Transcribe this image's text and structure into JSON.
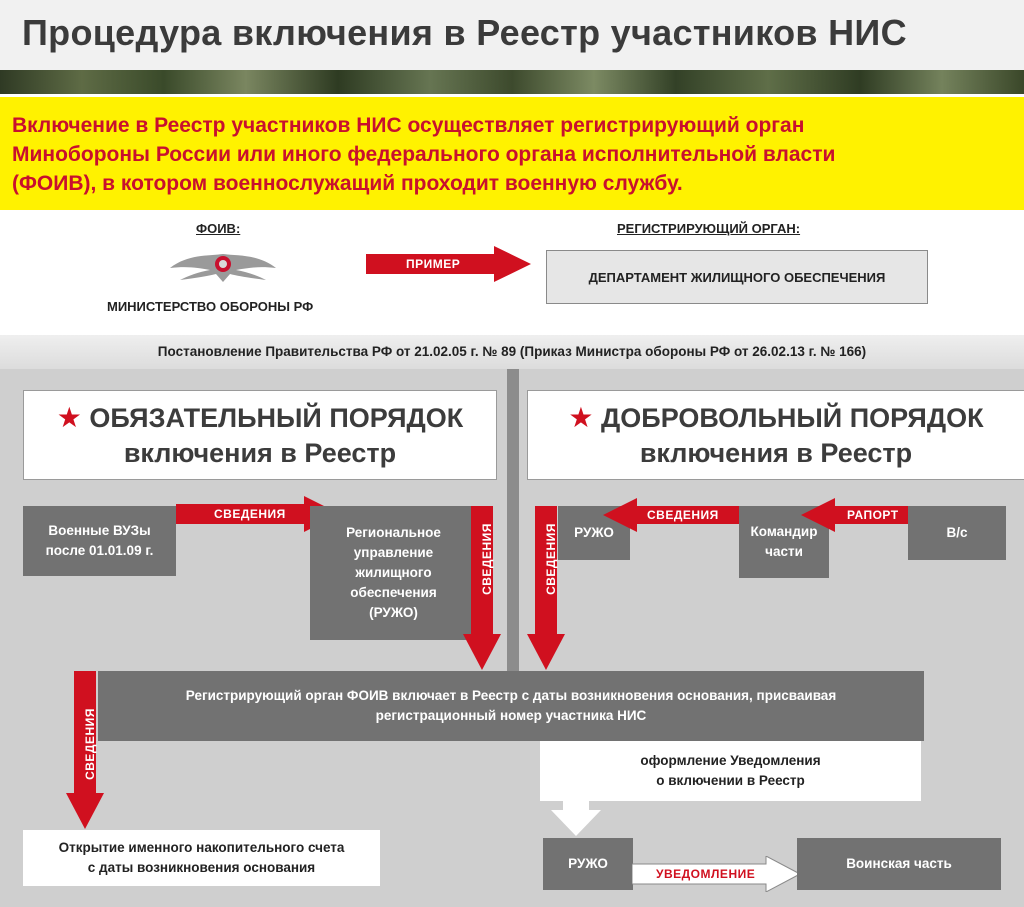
{
  "title": "Процедура включения в Реестр участников НИС",
  "intro": {
    "line1": "Включение в Реестр участников НИС осуществляет регистрирующий орган",
    "line2": "Минобороны России или иного федерального органа исполнительной власти",
    "line3": "(ФОИВ), в котором военнослужащий проходит военную службу."
  },
  "example": {
    "foiv_label": "ФОИВ:",
    "foiv_name": "МИНИСТЕРСТВО ОБОРОНЫ РФ",
    "arrow_label": "ПРИМЕР",
    "org_label": "РЕГИСТРИРУЮЩИЙ ОРГАН:",
    "org_name": "ДЕПАРТАМЕНТ ЖИЛИЩНОГО ОБЕСПЕЧЕНИЯ"
  },
  "decree": "Постановление Правительства РФ от 21.02.05 г. № 89 (Приказ Министра обороны РФ от 26.02.13 г. № 166)",
  "mandatory": {
    "title_line1": "ОБЯЗАТЕЛЬНЫЙ ПОРЯДОК",
    "title_line2": "включения в Реестр",
    "source_line1": "Военные ВУЗы",
    "source_line2": "после 01.01.09 г.",
    "arrow_label": "СВЕДЕНИЯ",
    "target_line1": "Региональное",
    "target_line2": "управление",
    "target_line3": "жилищного",
    "target_line4": "обеспечения",
    "target_line5": "(РУЖО)",
    "down_arrow_label": "СВЕДЕНИЯ"
  },
  "voluntary": {
    "title_line1": "ДОБРОВОЛЬНЫЙ ПОРЯДОК",
    "title_line2": "включения в Реестр",
    "ruzho": "РУЖО",
    "arrow1_label": "СВЕДЕНИЯ",
    "commander_line1": "Командир",
    "commander_line2": "части",
    "arrow2_label": "РАПОРТ",
    "serviceman": "В/с",
    "down_arrow_label": "СВЕДЕНИЯ"
  },
  "registrar": {
    "line1": "Регистрирующий орган ФОИВ включает в Реестр с даты возникновения основания, присваивая",
    "line2": "регистрационный номер участника НИС"
  },
  "left_down_arrow_label": "СВЕДЕНИЯ",
  "account": {
    "line1": "Открытие именного накопительного счета",
    "line2": "с даты возникновения основания"
  },
  "notice": {
    "line1": "оформление Уведомления",
    "line2": "о включении в Реестр"
  },
  "bottom": {
    "ruzho": "РУЖО",
    "arrow_label": "УВЕДОМЛЕНИЕ",
    "unit": "Воинская часть"
  },
  "colors": {
    "accent_red": "#d0101f",
    "highlight_yellow": "#fff200",
    "panel_grey": "#cfcfcf",
    "box_grey": "#727272"
  }
}
